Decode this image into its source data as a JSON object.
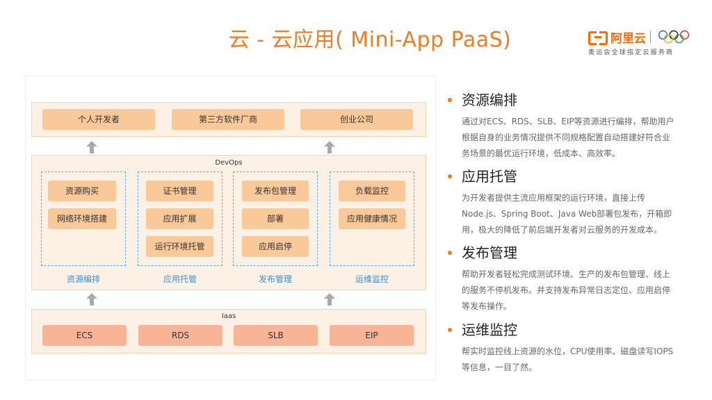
{
  "header": {
    "title": "云 - 云应用( Mini-App PaaS)",
    "logo_text": "阿里云",
    "logo_sub": "奥运会全球指定云服务商"
  },
  "diagram": {
    "users": [
      "个人开发者",
      "第三方软件厂商",
      "创业公司"
    ],
    "devops_label": "DevOps",
    "groups": [
      {
        "label": "资源编排",
        "items": [
          "资源购买",
          "网络环境搭建"
        ]
      },
      {
        "label": "应用托管",
        "items": [
          "证书管理",
          "应用扩展",
          "运行环境托管"
        ]
      },
      {
        "label": "发布管理",
        "items": [
          "发布包管理",
          "部署",
          "应用启停"
        ]
      },
      {
        "label": "运维监控",
        "items": [
          "负载监控",
          "应用健康情况"
        ]
      }
    ],
    "iaas_label": "Iaas",
    "iaas": [
      "ECS",
      "RDS",
      "SLB",
      "EIP"
    ]
  },
  "sections": [
    {
      "title": "资源编排",
      "lines": [
        "通过对ECS、RDS、SLB、EIP等资源进行编排，帮助用户",
        "根据自身的业务情况提供不同规格配置自动搭建好符合业",
        "务场景的最优运行环境，低成本、高效率。"
      ]
    },
    {
      "title": "应用托管",
      "lines": [
        "为开发者提供主流应用框架的运行环境，直接上传",
        "Node.js、Spring Boot、Java Web部署包发布，开箱即",
        "用，极大的降低了前后端开发者对云服务的开发成本。"
      ]
    },
    {
      "title": "发布管理",
      "lines": [
        "帮助开发者轻松完成测试环境、生产的发布包管理、线上",
        "的服务不停机发布。并支持发布异常日志定位、应用启停",
        "等发布操作。"
      ]
    },
    {
      "title": "运维监控",
      "lines": [
        "帮实时监控线上资源的水位，CPU使用率、磁盘读写IOPS",
        "等信息，一目了然。"
      ]
    }
  ],
  "colors": {
    "accent": "#ee7d24",
    "box": "#f9c99a",
    "iaas_box": "#f9b497",
    "layer_bg": "#fdf0e4",
    "group_border": "#5aa9e6"
  }
}
